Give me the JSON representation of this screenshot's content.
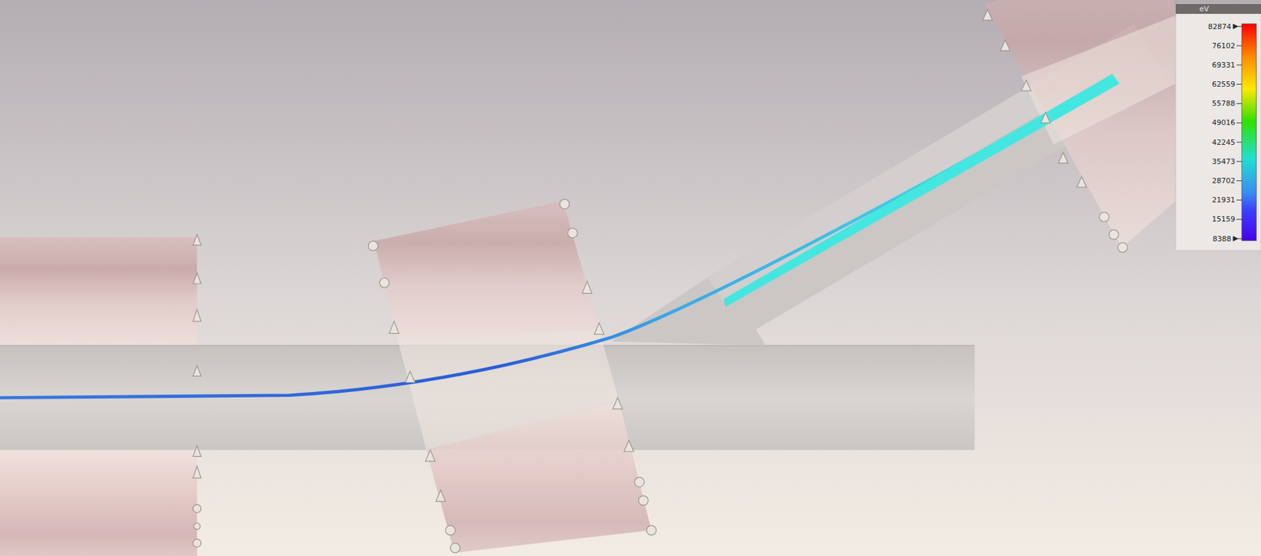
{
  "diagram": {
    "labels": [
      "eV",
      "82874",
      "76102",
      "69331",
      "62559",
      "55788",
      "49016",
      "42245",
      "35473",
      "28702",
      "21931",
      "15159",
      "8388"
    ]
  }
}
